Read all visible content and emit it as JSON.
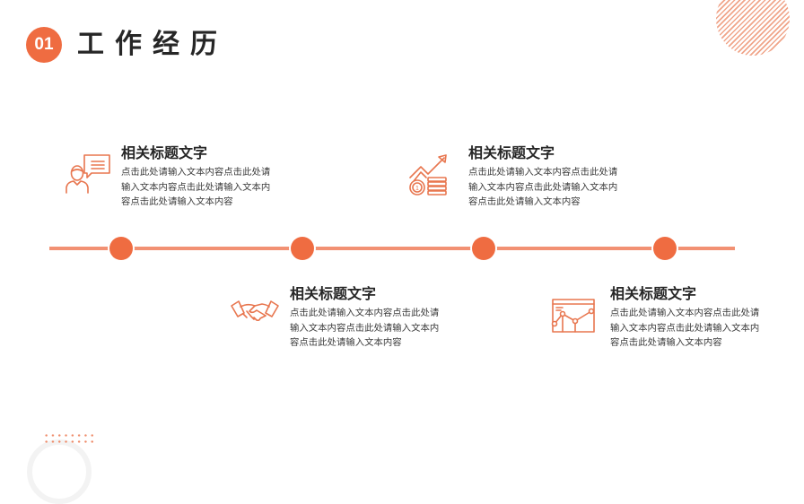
{
  "header": {
    "badge_number": "01",
    "title": "工作经历"
  },
  "theme": {
    "accent": "#ef6c41",
    "line": "#f29173",
    "text_dark": "#262626"
  },
  "timeline": {
    "items": [
      {
        "icon": "person-chat-icon",
        "title": "相关标题文字",
        "desc": "点击此处请输入文本内容点击此处请输入文本内容点击此处请输入文本内容点击此处请输入文本内容",
        "position": "above"
      },
      {
        "icon": "handshake-icon",
        "title": "相关标题文字",
        "desc": "点击此处请输入文本内容点击此处请输入文本内容点击此处请输入文本内容点击此处请输入文本内容",
        "position": "below"
      },
      {
        "icon": "coins-growth-icon",
        "title": "相关标题文字",
        "desc": "点击此处请输入文本内容点击此处请输入文本内容点击此处请输入文本内容点击此处请输入文本内容",
        "position": "above"
      },
      {
        "icon": "line-chart-window-icon",
        "title": "相关标题文字",
        "desc": "点击此处请输入文本内容点击此处请输入文本内容点击此处请输入文本内容点击此处请输入文本内容",
        "position": "below"
      }
    ]
  }
}
